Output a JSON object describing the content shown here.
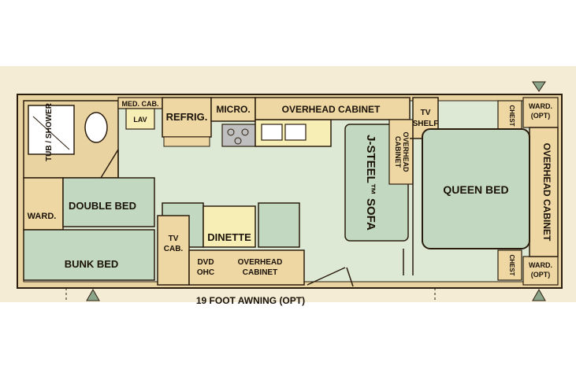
{
  "colors": {
    "band": "#f5ecd6",
    "wall": "#e9d3a0",
    "floor": "#dde9d5",
    "bed": "#c3d8c0",
    "cabinet": "#efd7a3",
    "counter": "#f7eeb6",
    "outline": "#2b1d0e",
    "marker": "#8aa58a"
  },
  "labels": {
    "tub_shower": "TUB / SHOWER",
    "med_cab": "MED. CAB.",
    "lav": "LAV",
    "refrig": "REFRIG.",
    "micro": "MICRO.",
    "overhead_cabinet_top": "OVERHEAD CABINET",
    "tv_shelf_1": "TV",
    "tv_shelf_2": "SHELF",
    "overhead_cab_small_1": "OVERHEAD",
    "overhead_cab_small_2": "CABINET",
    "chest_top": "CHEST",
    "chest_bottom": "CHEST",
    "ward_top_1": "WARD.",
    "ward_top_2": "(OPT)",
    "ward_bottom_1": "WARD.",
    "ward_bottom_2": "(OPT)",
    "overhead_cabinet_right": "OVERHEAD CABINET",
    "queen_bed": "QUEEN BED",
    "sofa": "J-STEEL™ SOFA",
    "ward_left": "WARD.",
    "double_bed": "DOUBLE BED",
    "bunk_bed": "BUNK BED",
    "tv_cab_1": "TV",
    "tv_cab_2": "CAB.",
    "dinette": "DINETTE",
    "dvd_1": "DVD",
    "dvd_2": "OHC",
    "overhead_cabinet_bottom_1": "OVERHEAD",
    "overhead_cabinet_bottom_2": "CABINET",
    "awning": "19 FOOT AWNING (OPT)"
  }
}
